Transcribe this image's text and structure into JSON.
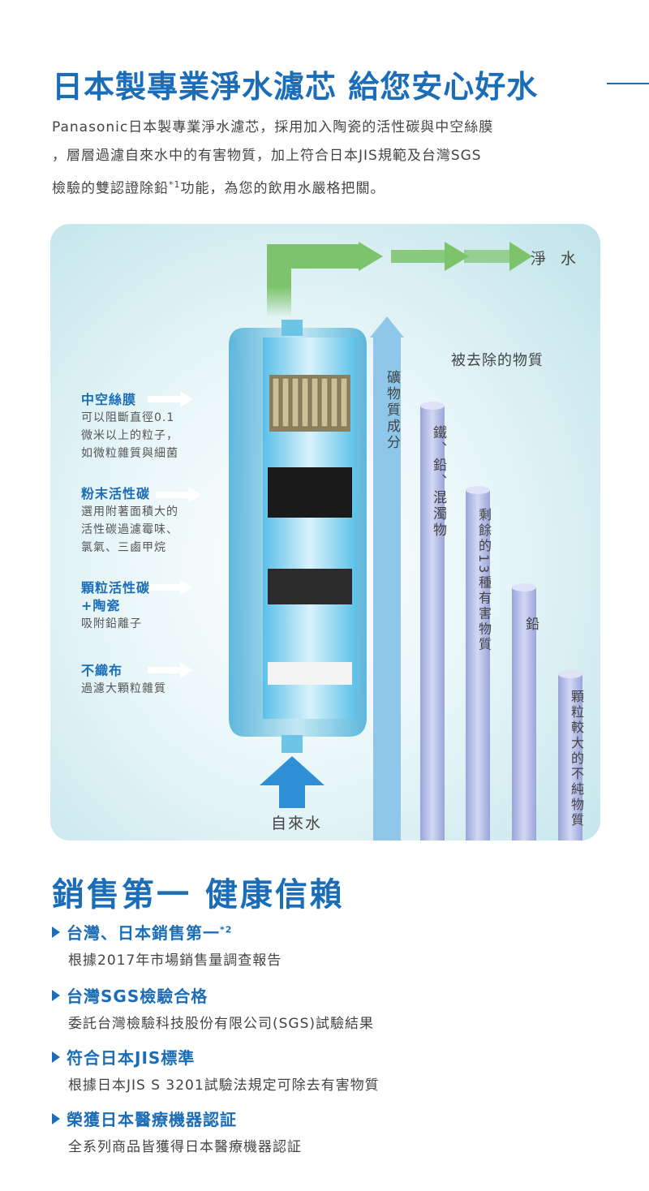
{
  "header": {
    "title": "日本製專業淨水濾芯 給您安心好水",
    "intro_line1": "Panasonic日本製專業淨水濾芯，採用加入陶瓷的活性碳與中空絲膜",
    "intro_line2": "，層層過濾自來水中的有害物質，加上符合日本JIS規範及台灣SGS",
    "intro_line3a": "檢驗的雙認證除鉛",
    "intro_line3_sup": "*1",
    "intro_line3b": "功能，為您的飲用水嚴格把關。"
  },
  "diagram": {
    "clean_water_label": "淨 水",
    "tap_water_label": "自來水",
    "removed_title": "被去除的物質",
    "mineral_label": "礦物質成分",
    "bars": [
      {
        "label": "鐵、鉛、混濁物"
      },
      {
        "label": "剩餘的13種有害物質"
      },
      {
        "label": "鉛"
      },
      {
        "label": "顆粒較大的不純物質"
      }
    ],
    "layers": [
      {
        "title": "中空絲膜",
        "desc1": "可以阻斷直徑0.1",
        "desc2": "微米以上的粒子，",
        "desc3": "如微粒雜質與細菌"
      },
      {
        "title": "粉末活性碳",
        "desc1": "選用附著面積大的",
        "desc2": "活性碳過濾霉味、",
        "desc3": "氯氣、三鹵甲烷"
      },
      {
        "title": "顆粒活性碳",
        "title2": "+陶瓷",
        "desc1": "吸附鉛離子"
      },
      {
        "title": "不織布",
        "desc1": "過濾大顆粒雜質"
      }
    ],
    "colors": {
      "blue": "#1b6db8",
      "green": "#7dc36b",
      "column": "#b9bfe6"
    }
  },
  "section2": {
    "title": "銷售第一 健康信賴",
    "features": [
      {
        "title": "台灣、日本銷售第一",
        "sup": "*2",
        "desc": "根據2017年市場銷售量調查報告"
      },
      {
        "title": "台灣SGS檢驗合格",
        "sup": "",
        "desc": "委託台灣檢驗科技股份有限公司(SGS)試驗結果"
      },
      {
        "title": "符合日本JIS標準",
        "sup": "",
        "desc": "根據日本JIS S 3201試驗法規定可除去有害物質"
      },
      {
        "title": "榮獲日本醫療機器認証",
        "sup": "",
        "desc": "全系列商品皆獲得日本醫療機器認証"
      }
    ]
  }
}
